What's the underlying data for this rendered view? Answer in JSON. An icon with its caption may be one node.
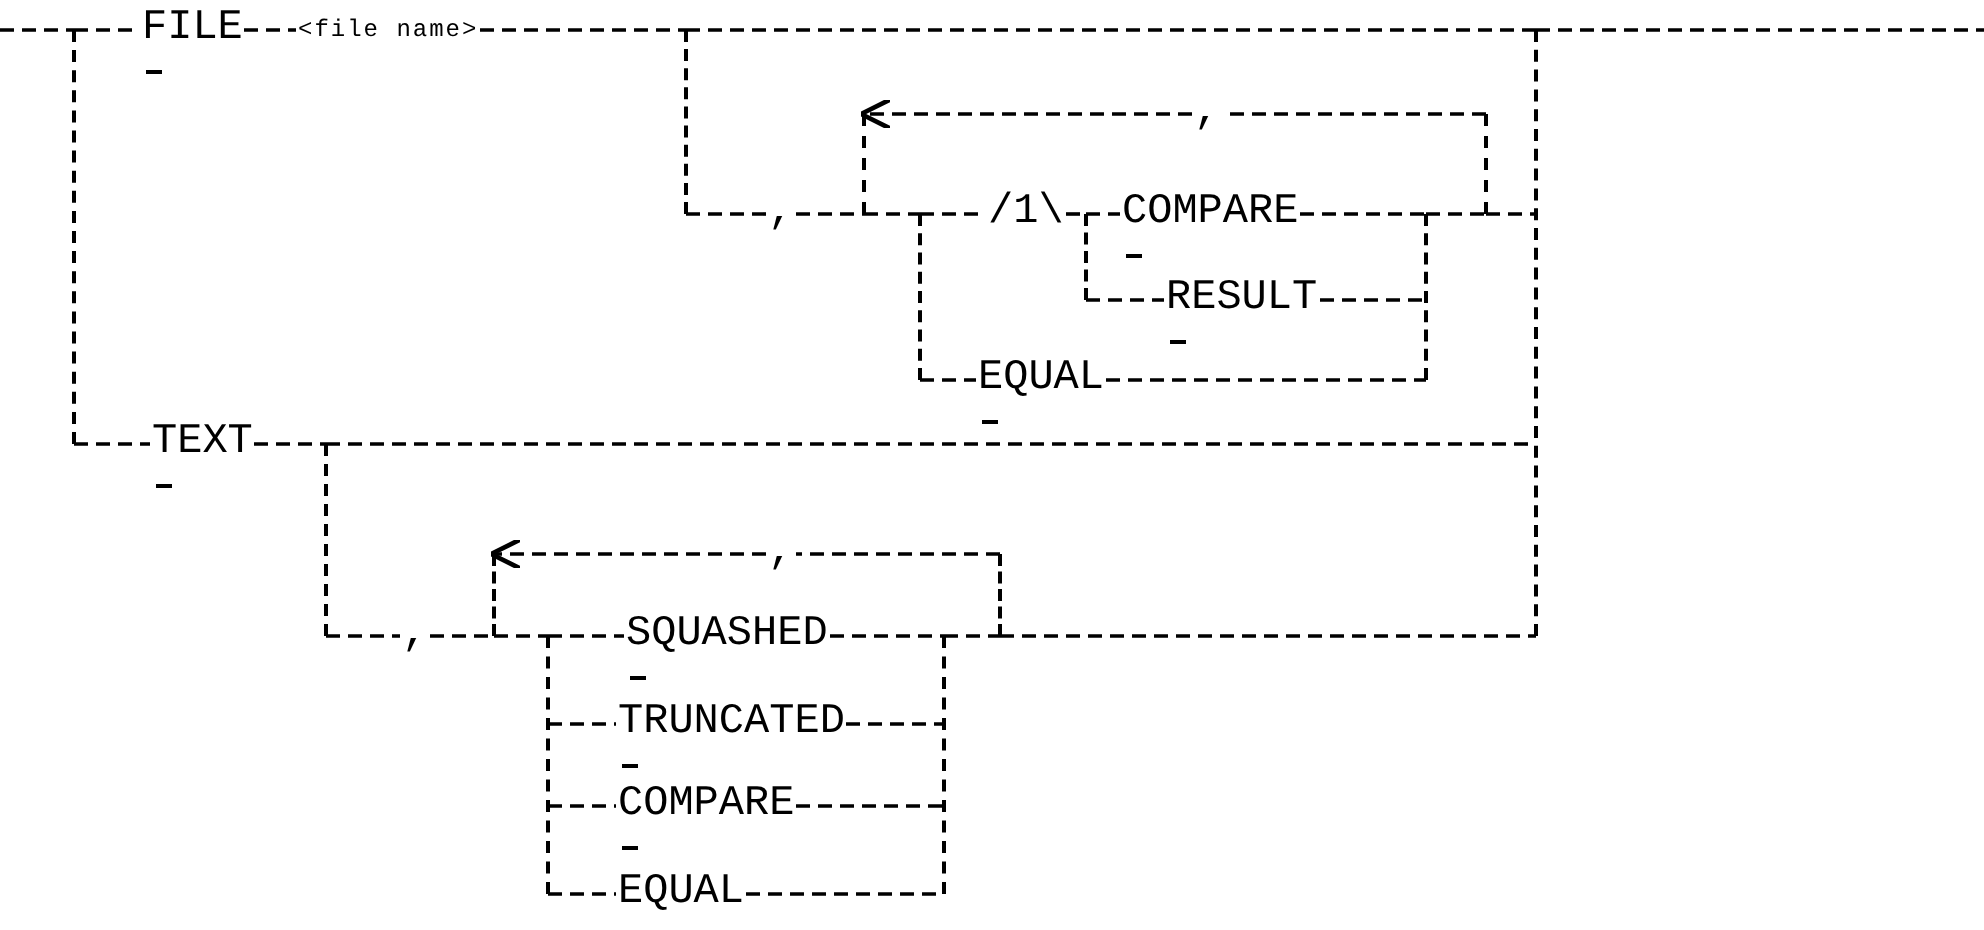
{
  "diagram": {
    "nodes": [
      {
        "text": [
          "FILE"
        ]
      },
      {
        "text": [
          "<file name>"
        ]
      },
      {
        "text": [
          ","
        ]
      },
      {
        "text": [
          ","
        ]
      },
      {
        "text": [
          "/1\\"
        ]
      },
      {
        "text": [
          "COMPARE"
        ]
      },
      {
        "text": [
          "RESULT"
        ]
      },
      {
        "text": [
          "EQUAL"
        ]
      },
      {
        "text": [
          "TEXT"
        ]
      },
      {
        "text": [
          ","
        ]
      },
      {
        "text": [
          ","
        ]
      },
      {
        "text": [
          "SQUASHED"
        ]
      },
      {
        "text": [
          "TRUNCATED"
        ]
      },
      {
        "text": [
          "COMPARE"
        ]
      },
      {
        "text": [
          "EQUAL"
        ]
      },
      {
        "text": [],
        "shape": "bar"
      },
      {
        "text": [],
        "shape": "bar"
      },
      {
        "text": [],
        "shape": "bar"
      },
      {
        "text": [],
        "shape": "bar"
      },
      {
        "text": [],
        "shape": "bar"
      },
      {
        "text": [],
        "shape": "bar"
      },
      {
        "text": [],
        "shape": "bar"
      },
      {
        "text": [],
        "shape": "bar"
      },
      {
        "text": [],
        "shape": "bar"
      },
      {
        "text": [],
        "shape": "bar"
      },
      {
        "text": [],
        "shape": "bar"
      },
      {
        "text": [],
        "shape": "bar"
      },
      {
        "text": [],
        "shape": "bar"
      }
    ],
    "edges": [
      {
        "from": null,
        "to": 15,
        "arrow": "none"
      },
      {
        "from": 15,
        "to": 0,
        "arrow": "none"
      },
      {
        "from": 15,
        "to": 8,
        "arrow": "none"
      },
      {
        "from": 0,
        "to": 1,
        "arrow": "none"
      },
      {
        "from": 1,
        "to": 16,
        "arrow": "none"
      },
      {
        "from": 16,
        "to": 17,
        "arrow": "none"
      },
      {
        "from": 17,
        "to": null,
        "arrow": "none"
      },
      {
        "from": 16,
        "to": 3,
        "arrow": "none"
      },
      {
        "from": 3,
        "to": 18,
        "arrow": "none"
      },
      {
        "from": 18,
        "to": 20,
        "arrow": "none"
      },
      {
        "from": 20,
        "to": 4,
        "arrow": "none"
      },
      {
        "from": 20,
        "to": 7,
        "arrow": "none"
      },
      {
        "from": 4,
        "to": 21,
        "arrow": "none"
      },
      {
        "from": 21,
        "to": 5,
        "arrow": "none"
      },
      {
        "from": 21,
        "to": 6,
        "arrow": "none"
      },
      {
        "from": 19,
        "to": 2,
        "arrow": "none"
      },
      {
        "from": 2,
        "to": 18,
        "arrow": "to"
      },
      {
        "from": 5,
        "to": 22,
        "arrow": "none"
      },
      {
        "from": 6,
        "to": 22,
        "arrow": "none"
      },
      {
        "from": 7,
        "to": 22,
        "arrow": "none"
      },
      {
        "from": 22,
        "to": 19,
        "arrow": "none"
      },
      {
        "from": 19,
        "to": 17,
        "arrow": "none"
      },
      {
        "from": 8,
        "to": 23,
        "arrow": "none"
      },
      {
        "from": 23,
        "to": 17,
        "arrow": "none"
      },
      {
        "from": 23,
        "to": 10,
        "arrow": "none"
      },
      {
        "from": 10,
        "to": 24,
        "arrow": "none"
      },
      {
        "from": 24,
        "to": 26,
        "arrow": "none"
      },
      {
        "from": 26,
        "to": 11,
        "arrow": "none"
      },
      {
        "from": 26,
        "to": 12,
        "arrow": "none"
      },
      {
        "from": 26,
        "to": 13,
        "arrow": "none"
      },
      {
        "from": 26,
        "to": 14,
        "arrow": "none"
      },
      {
        "from": 11,
        "to": 27,
        "arrow": "none"
      },
      {
        "from": 12,
        "to": 27,
        "arrow": "none"
      },
      {
        "from": 13,
        "to": 27,
        "arrow": "none"
      },
      {
        "from": 14,
        "to": 27,
        "arrow": "none"
      },
      {
        "from": 27,
        "to": 25,
        "arrow": "none"
      },
      {
        "from": 25,
        "to": 17,
        "arrow": "none"
      },
      {
        "from": 25,
        "to": 9,
        "arrow": "none"
      },
      {
        "from": 9,
        "to": 24,
        "arrow": "to"
      }
    ]
  }
}
